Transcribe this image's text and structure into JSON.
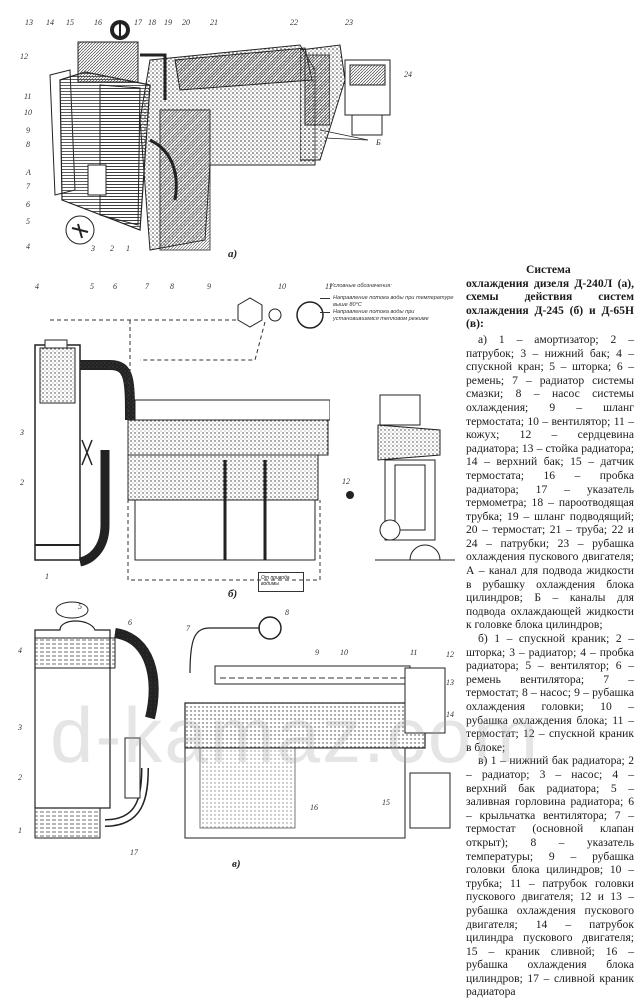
{
  "figure_a": {
    "caption": "а)",
    "callouts": [
      "13",
      "14",
      "15",
      "16",
      "17",
      "18",
      "19",
      "20",
      "21",
      "22",
      "23",
      "24",
      "12",
      "11",
      "10",
      "9",
      "8",
      "А",
      "7",
      "6",
      "5",
      "4",
      "3",
      "2",
      "1",
      "Б"
    ]
  },
  "figure_b": {
    "caption": "б)",
    "callouts": [
      "1",
      "2",
      "3",
      "4",
      "5",
      "6",
      "7",
      "8",
      "9",
      "10",
      "11",
      "12"
    ],
    "legend": {
      "title": "Условные обозначения:",
      "items": [
        "Направление потока воды при температуре выше 80°С",
        "Направление потока воды при установившемся тепловом режиме"
      ]
    },
    "box_label": "От привода водимы"
  },
  "figure_c": {
    "caption": "в)",
    "callouts": [
      "1",
      "2",
      "3",
      "4",
      "5",
      "6",
      "7",
      "8",
      "9",
      "10",
      "11",
      "12",
      "13",
      "14",
      "15",
      "16",
      "17"
    ]
  },
  "watermark": "d-kamaz.com",
  "description": {
    "title": "Система охлаждения дизеля Д-240Л (а), схемы действия систем охлаждения Д-245 (б) и Д-65Н (в):",
    "para_a": "а) 1 – амортизатор; 2 – патрубок; 3 – нижний бак; 4 – спускной кран; 5 – шторка; 6 – ремень; 7 – радиатор системы смазки; 8 – насос системы охлаждения; 9 – шланг термостата; 10 – вентилятор; 11 – кожух; 12 – сердцевина радиатора; 13 – стойка радиатора; 14 – верхний бак; 15 – датчик термостата; 16 – пробка радиатора; 17 – указатель термометра; 18 – пароотводящая трубка; 19 – шланг подводящий; 20 – термостат; 21 – труба; 22 и 24 – патрубки; 23 – рубашка охлаждения пускового двигателя; А – канал для подвода жидкости в рубашку охлаждения блока цилиндров; Б – каналы для подвода охлаждающей жидкости к головке блока цилиндров;",
    "para_b": "б) 1 – спускной краник; 2 – шторка; 3 – радиатор; 4 – пробка радиатора; 5 – вентилятор; 6 – ремень вентилятора; 7 – термостат; 8 – насос; 9 – рубашка охлаждения головки; 10 – рубашка охлаждения блока; 11 – термостат; 12 – спускной краник в блоке;",
    "para_c": "в) 1 – нижний бак радиатора; 2 – радиатор; 3 – насос; 4 – верхний бак радиатора; 5 – заливная горловина радиатора; 6 – крыльчатка вентилятора; 7 – термостат (основной клапан открыт); 8 – указатель температуры; 9 – рубашка головки блока цилиндров; 10 – трубка; 11 – патрубок головки пускового двигателя; 12 и 13 – рубашка охлаждения пускового двигателя; 14 – патрубок цилиндра пускового двигателя; 15 – краник сливной; 16 – рубашка охлаждения блока цилиндров; 17 – сливной краник радиатора"
  }
}
